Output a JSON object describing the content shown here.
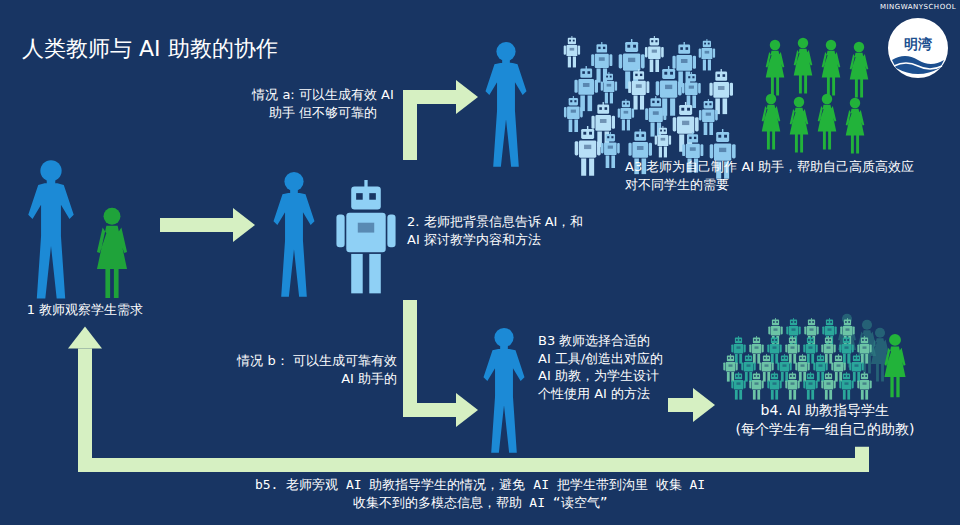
{
  "diagram": {
    "title": "人类教师与 AI 助教的协作",
    "nodes": [
      {
        "text": [
          "1 教师观察学生需求"
        ]
      },
      {
        "text": [
          "2. 老师把背景信息告诉 AI，和 AI 探讨教学内容和方法"
        ]
      },
      {
        "text": [
          "A3 老师为自己制作 AI 助手，帮助自己高质高效应对不同学生的需要"
        ]
      },
      {
        "text": [
          "B3 教师选择合适的 AI 工具/创造出对应的 AI 助教，为学生设计个性使用 AI 的方法"
        ]
      },
      {
        "text": [
          "b4. AI 助教指导学生 (每个学生有一组自己的助教)"
        ]
      }
    ],
    "edges": [
      {
        "from": 0,
        "to": 1,
        "arrow": "to"
      },
      {
        "from": 1,
        "to": 2,
        "label": "情况 a: 可以生成有效 AI 助手 但不够可靠的",
        "arrow": "to"
      },
      {
        "from": 1,
        "to": 3,
        "label": "情况 b： 可以生成可靠有效 AI 助手的",
        "arrow": "to"
      },
      {
        "from": 3,
        "to": 4,
        "arrow": "to"
      },
      {
        "from": 4,
        "to": 0,
        "label": "b5. 老师旁观 AI 助教指导学生的情况，避免 AI 把学生带到沟里 收集 AI 收集不到的多模态信息，帮助 AI “读空气”",
        "arrow": "to"
      }
    ],
    "labels": [
      "MINGWANYSCHOOL",
      "明湾"
    ]
  }
}
